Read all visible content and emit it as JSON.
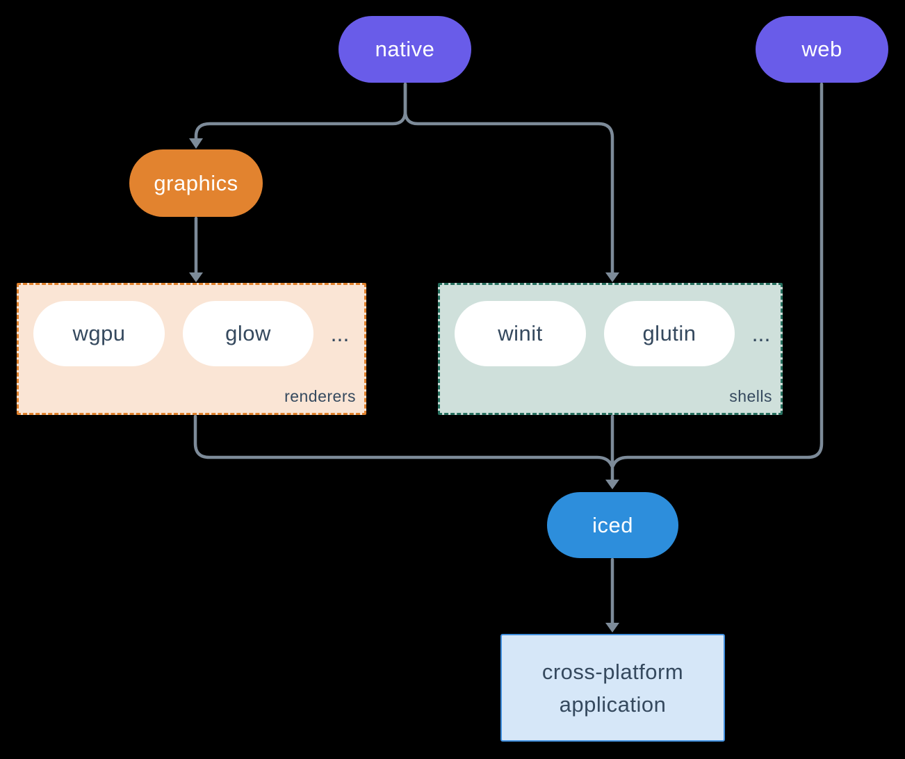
{
  "diagram": {
    "background_color": "#000000",
    "edge_color": "#7D8B99",
    "nodes": {
      "native": {
        "label": "native",
        "color": "#695CE9",
        "text_color": "#FFFFFF"
      },
      "web": {
        "label": "web",
        "color": "#695CE9",
        "text_color": "#FFFFFF"
      },
      "graphics": {
        "label": "graphics",
        "color": "#E2832F",
        "text_color": "#FFFFFF"
      },
      "iced": {
        "label": "iced",
        "color": "#2D8EDC",
        "text_color": "#FFFFFF"
      },
      "app": {
        "label": "cross-platform application",
        "fill_color": "#D6E7F8",
        "border_color": "#418FDE",
        "text_color": "#35495E"
      }
    },
    "groups": {
      "renderers": {
        "label": "renderers",
        "items": [
          "wgpu",
          "glow"
        ],
        "ellipsis": "...",
        "fill_color": "#FAE5D5",
        "border_color": "#E0812C"
      },
      "shells": {
        "label": "shells",
        "items": [
          "winit",
          "glutin"
        ],
        "ellipsis": "...",
        "fill_color": "#CFE0DB",
        "border_color": "#27705F"
      }
    }
  }
}
